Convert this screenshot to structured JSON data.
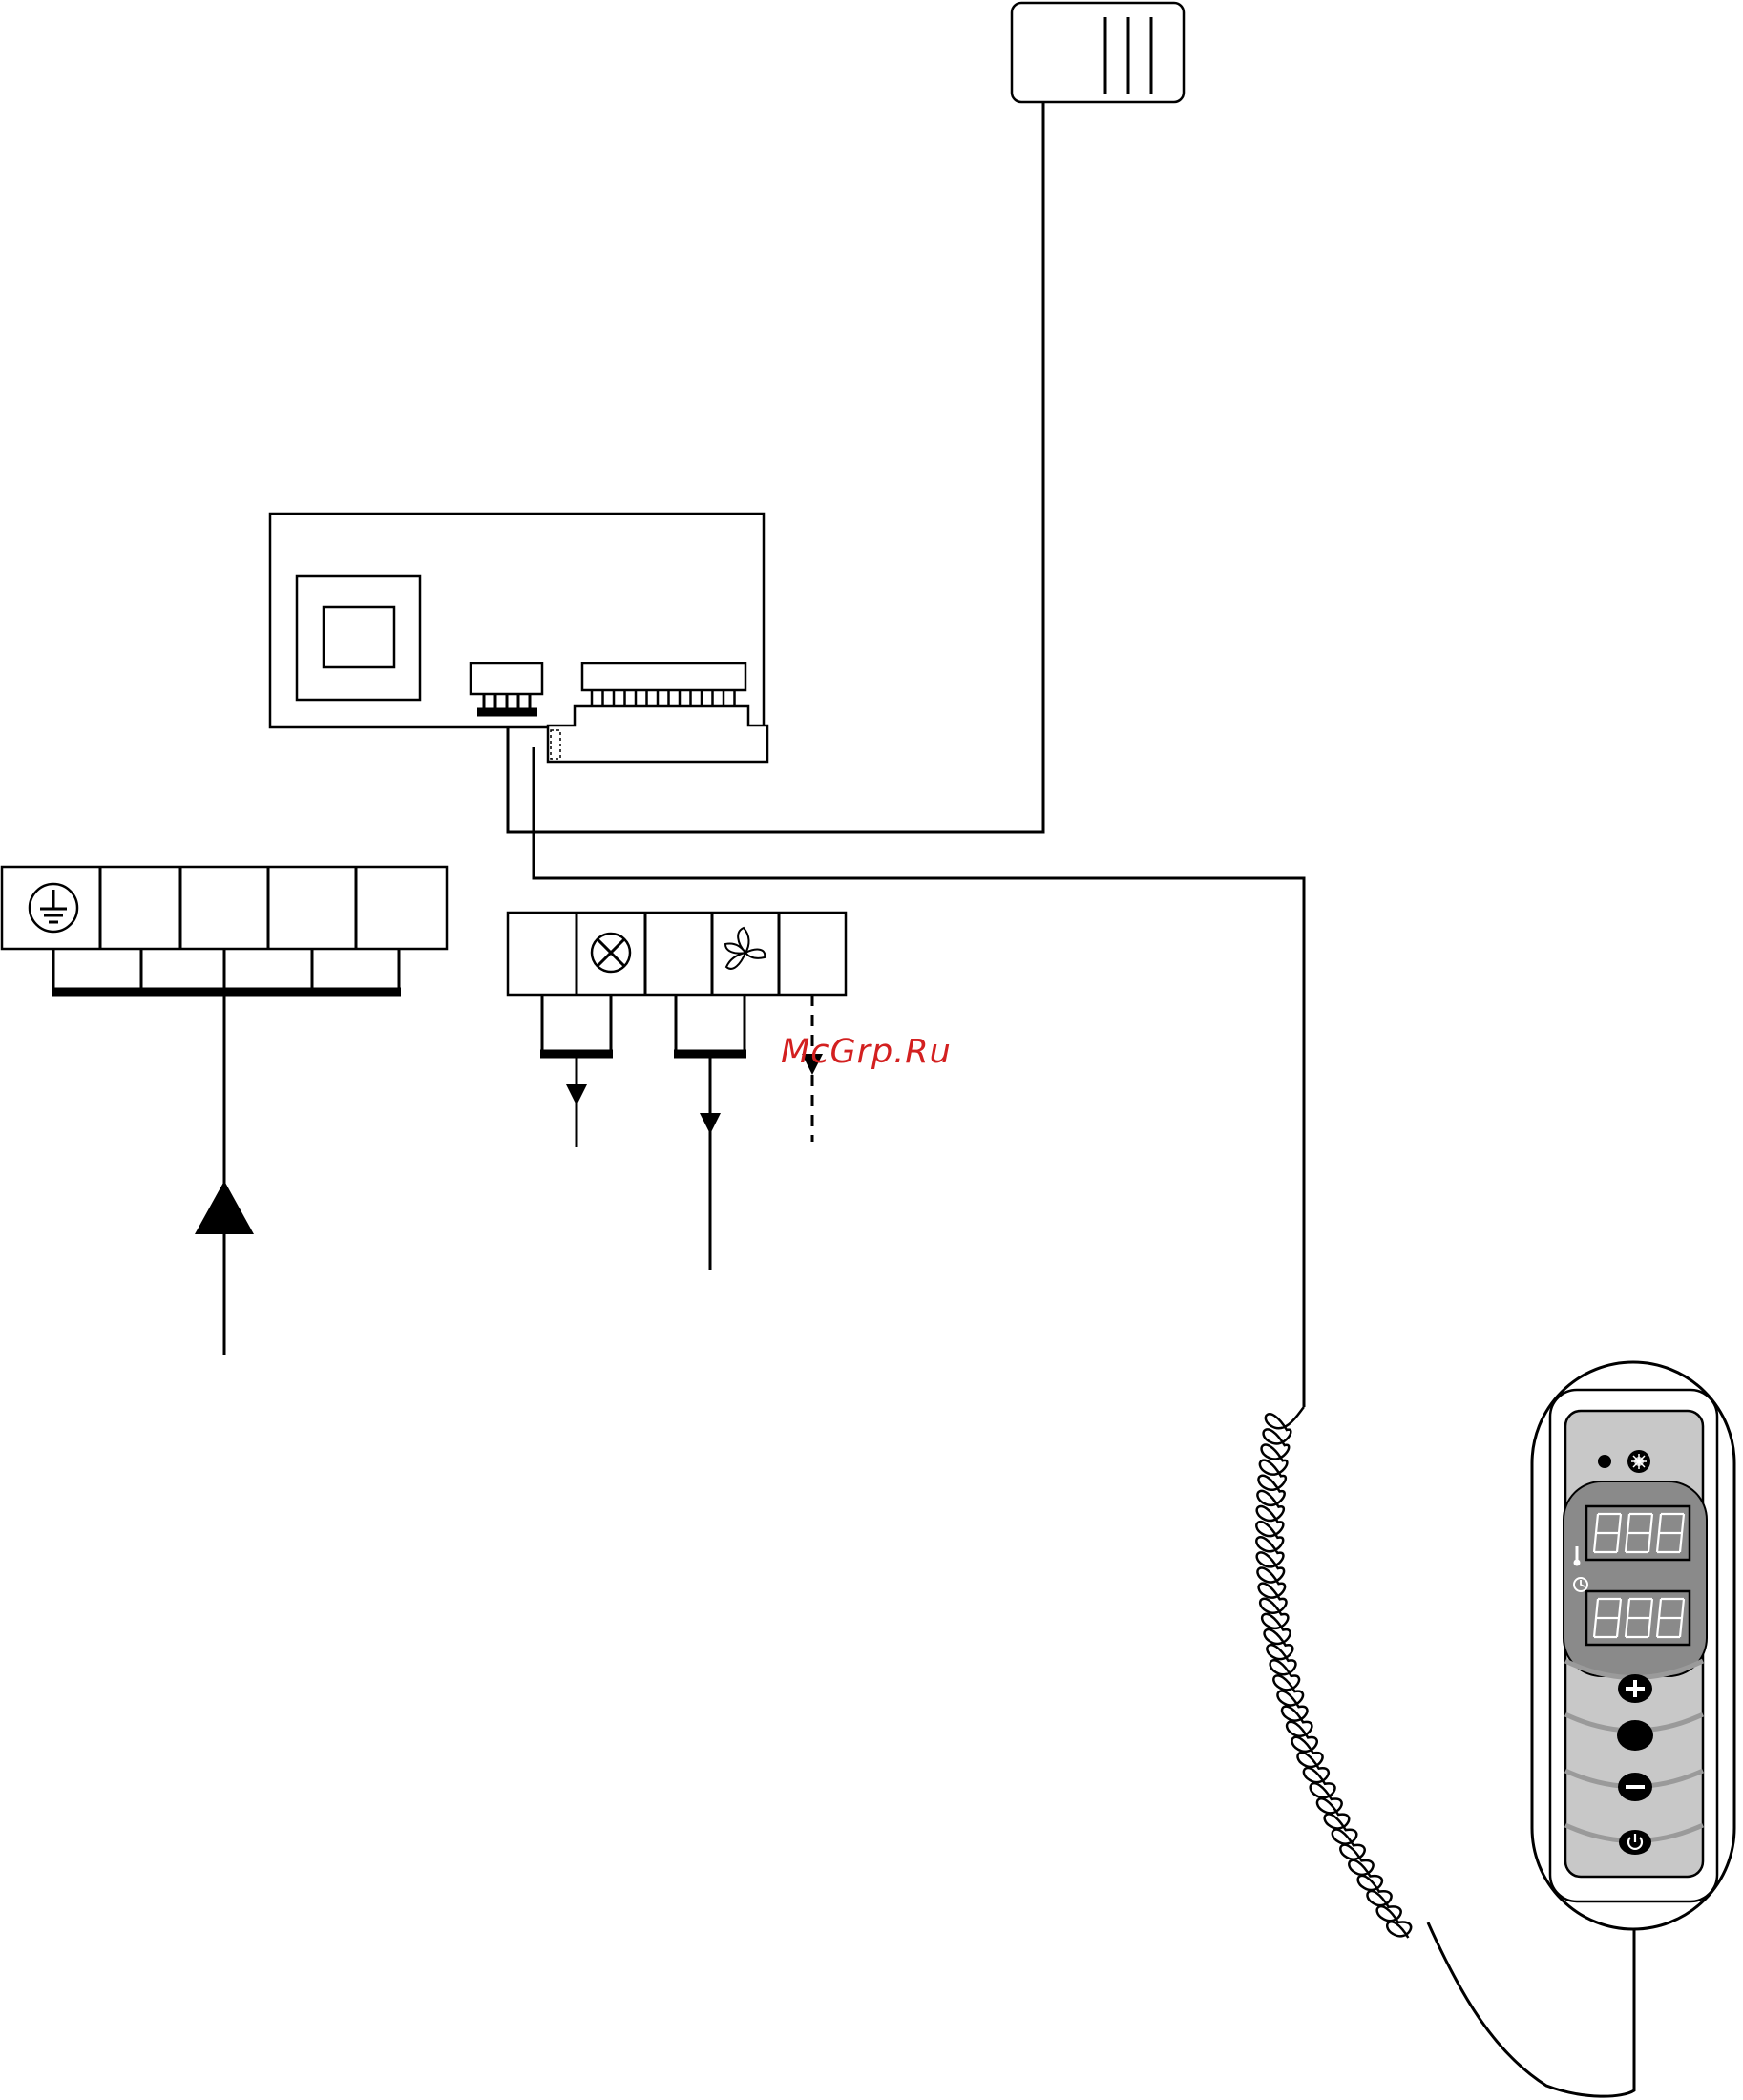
{
  "watermark": {
    "text": "McGrp.Ru",
    "color": "#d32020"
  },
  "components": {
    "sensor": {
      "icon": "sensor-probe-icon"
    },
    "control_board": {
      "icon": "circuit-board-icon"
    },
    "power_terminal_block": {
      "icons": [
        "ground-icon"
      ],
      "blocks": 5
    },
    "output_terminal_block": {
      "icons": [
        "lamp-icon",
        "fan-icon"
      ],
      "blocks": 5
    },
    "remote_control": {
      "icons": [
        "led-indicator-icon",
        "light-icon",
        "thermometer-icon",
        "clock-icon",
        "plus-icon",
        "select-button-icon",
        "minus-icon",
        "power-icon"
      ],
      "displays": [
        "888",
        "888"
      ]
    }
  },
  "colors": {
    "line": "#000000",
    "remote_panel": "#c8c8c8",
    "remote_display": "#8a8a8a"
  }
}
